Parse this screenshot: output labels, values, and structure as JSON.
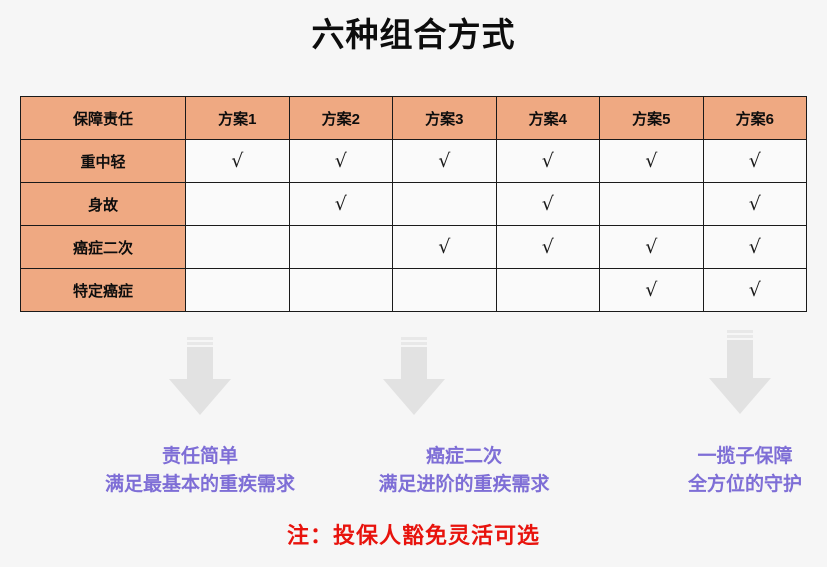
{
  "slide": {
    "title": "六种组合方式",
    "background_color": "#f6f6f6",
    "title_color": "#0d0d0d"
  },
  "table": {
    "header_fill": "#efa982",
    "cell_fill": "#fafafa",
    "border_color": "#1a1a1a",
    "check_glyph": "√",
    "columns": [
      {
        "key": "responsibility",
        "label": "保障责任"
      },
      {
        "key": "plan1",
        "label": "方案1"
      },
      {
        "key": "plan2",
        "label": "方案2"
      },
      {
        "key": "plan3",
        "label": "方案3"
      },
      {
        "key": "plan4",
        "label": "方案4"
      },
      {
        "key": "plan5",
        "label": "方案5"
      },
      {
        "key": "plan6",
        "label": "方案6"
      }
    ],
    "rows": [
      {
        "label": "重中轻",
        "marks": [
          "√",
          "√",
          "√",
          "√",
          "√",
          "√"
        ]
      },
      {
        "label": "身故",
        "marks": [
          "",
          "√",
          "",
          "√",
          "",
          "√"
        ]
      },
      {
        "label": "癌症二次",
        "marks": [
          "",
          "",
          "√",
          "√",
          "√",
          "√"
        ]
      },
      {
        "label": "特定癌症",
        "marks": [
          "",
          "",
          "",
          "",
          "√",
          "√"
        ]
      }
    ]
  },
  "arrows": [
    {
      "name": "arrow-plan1",
      "color": "#e2e2e2"
    },
    {
      "name": "arrow-plan3",
      "color": "#e2e2e2"
    },
    {
      "name": "arrow-plan6",
      "color": "#e2e2e2"
    }
  ],
  "captions": [
    {
      "line1": "责任简单",
      "line2": "满足最基本的重疾需求",
      "color": "#7e6ed6"
    },
    {
      "line1": "癌症二次",
      "line2": "满足进阶的重疾需求",
      "color": "#7e6ed6"
    },
    {
      "line1": "一揽子保障",
      "line2": "全方位的守护",
      "color": "#7e6ed6"
    }
  ],
  "footnote": {
    "text": "注：投保人豁免灵活可选",
    "color": "#e8130d"
  }
}
